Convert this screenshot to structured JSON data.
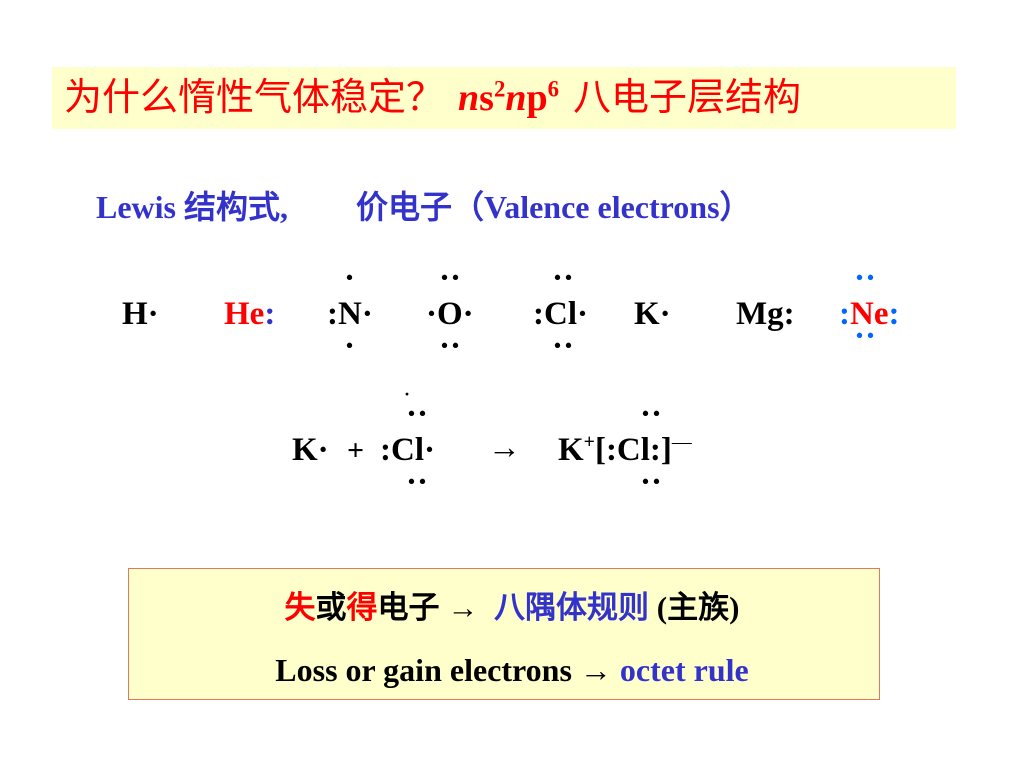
{
  "title": {
    "question": "为什么惰性气体稳定？",
    "formula_n1": "n",
    "formula_s": "s",
    "formula_sup1": "2",
    "formula_n2": "n",
    "formula_p": "p",
    "formula_sup2": "6",
    "suffix": "八电子层结构"
  },
  "subtitle": {
    "lewis": "Lewis 结构式,",
    "valence": "价电子（Valence electrons）"
  },
  "lewis_row": {
    "h": "H·",
    "he": "He",
    "he_colon": ":",
    "n": ":N·",
    "o": "·O·",
    "cl": ":Cl·",
    "k": "K·",
    "mg": "Mg:",
    "ne_left": ":",
    "ne": "Ne",
    "ne_right": ":"
  },
  "dots": {
    "single": "·",
    "pair": "··"
  },
  "reaction": {
    "k": "K·",
    "plus": "+",
    "cl": ":Cl·",
    "arrow": "→",
    "k_ion": "K",
    "k_charge": "+",
    "cl_ion": "[:Cl:]",
    "cl_charge": "—"
  },
  "rule": {
    "lose": "失",
    "or": "或",
    "gain": "得",
    "electron": "电子",
    "arrow": "→",
    "octet_cn": "八隅体规则",
    "main_group": "(主族)",
    "line2_text": "Loss or gain electrons →",
    "line2_octet": "octet rule"
  },
  "colors": {
    "title_red": "#ff0000",
    "subtitle_blue": "#3333cc",
    "ne_dots_blue": "#0066ff",
    "box_fill": "#ffffcc",
    "box_border": "#e07a5f"
  }
}
